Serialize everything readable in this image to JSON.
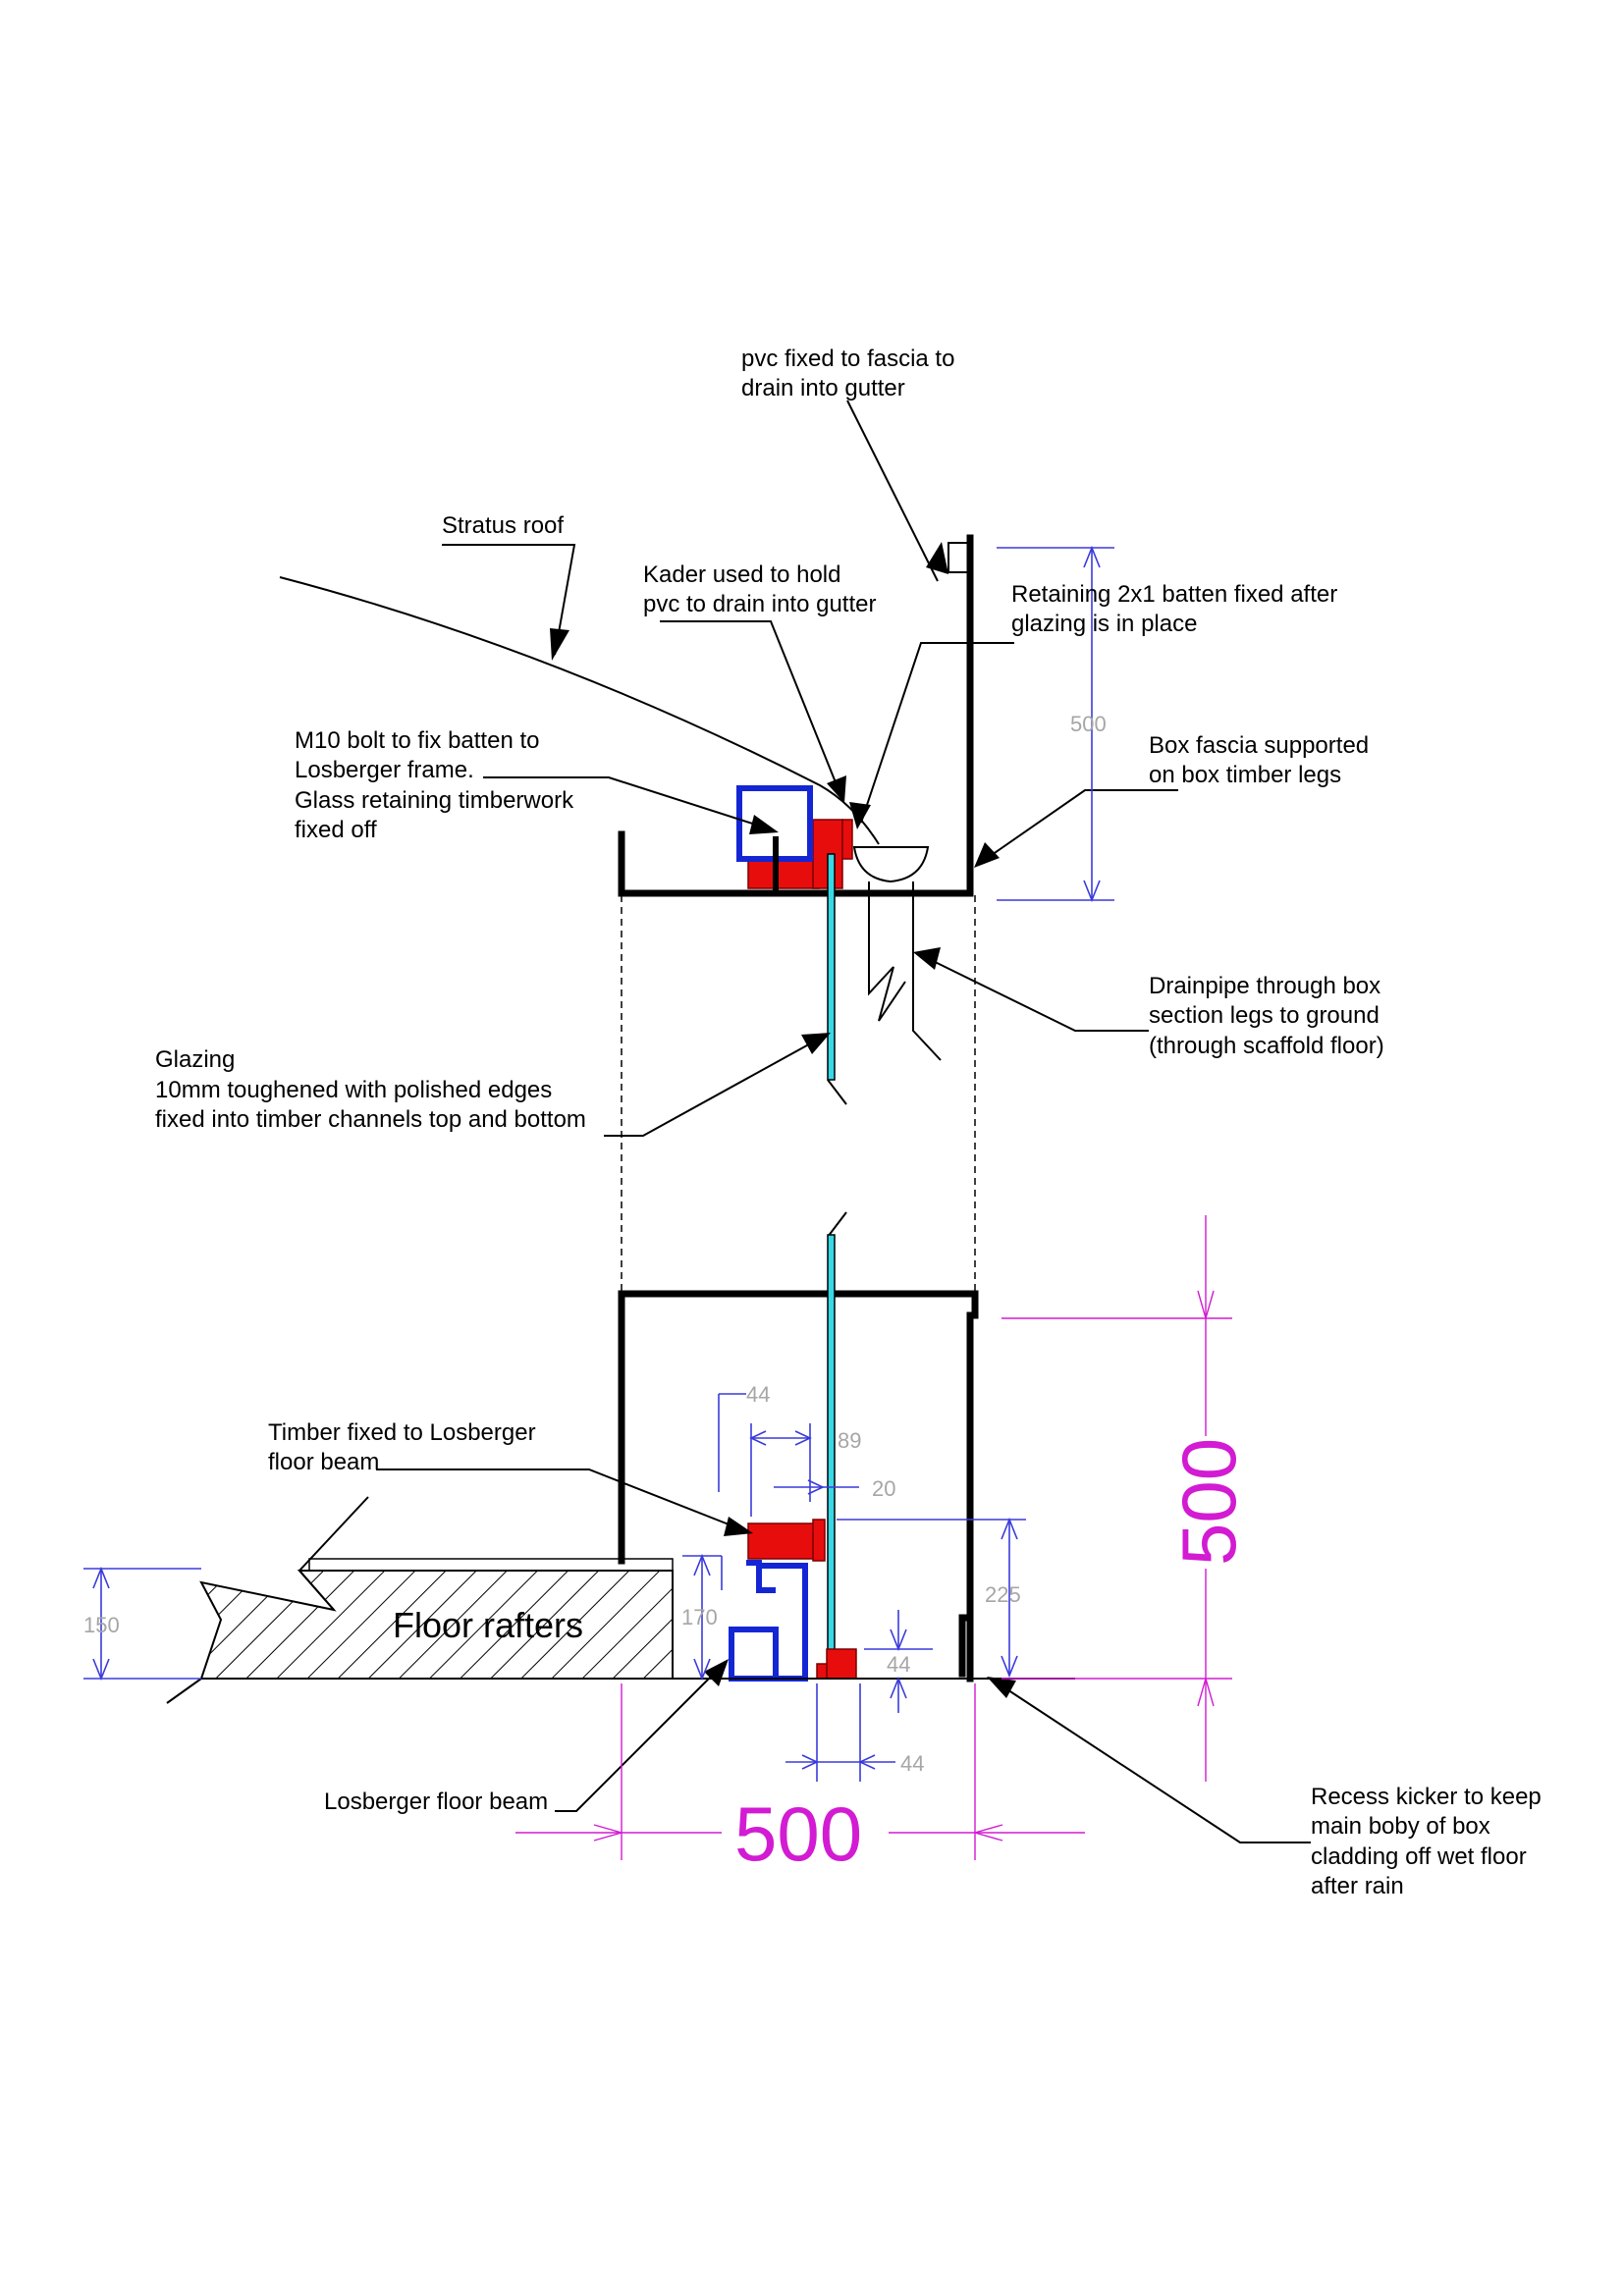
{
  "notes": {
    "pvc_fascia": [
      "pvc fixed to fascia to",
      "drain into gutter"
    ],
    "stratus_roof": [
      "Stratus roof"
    ],
    "kader": [
      "Kader used to hold",
      "pvc to drain into gutter"
    ],
    "retaining_batten": [
      "Retaining 2x1 batten fixed after",
      "glazing is in place"
    ],
    "m10_bolt": [
      "M10 bolt to fix batten to",
      "Losberger frame.",
      "Glass retaining timberwork",
      "fixed off"
    ],
    "box_fascia": [
      "Box fascia supported",
      "on box timber legs"
    ],
    "drainpipe": [
      "Drainpipe through box",
      "section legs to ground",
      "(through scaffold floor)"
    ],
    "glazing": [
      "Glazing",
      "10mm toughened with polished edges",
      "fixed into timber channels top and bottom"
    ],
    "timber_fixed": [
      "Timber fixed to Losberger",
      "floor beam"
    ],
    "losberger_beam": [
      "Losberger floor beam"
    ],
    "recess_kicker": [
      "Recess kicker to keep",
      "main boby of box",
      "cladding off wet floor",
      "after rain"
    ]
  },
  "floor_label": "Floor rafters",
  "dimensions": {
    "top_500": "500",
    "d44_top": "44",
    "d89": "89",
    "d20": "20",
    "d225": "225",
    "d150": "150",
    "d170": "170",
    "d44_mid": "44",
    "d44_bottom": "44",
    "big_vertical": "500",
    "big_horizontal": "500"
  },
  "colors": {
    "timber": "#e80d0d",
    "losberger_frame": "#1426d4",
    "glass": "#39d8e6",
    "overall_dimension": "#d21bd2",
    "detail_dimension": "#a6a6a6"
  }
}
